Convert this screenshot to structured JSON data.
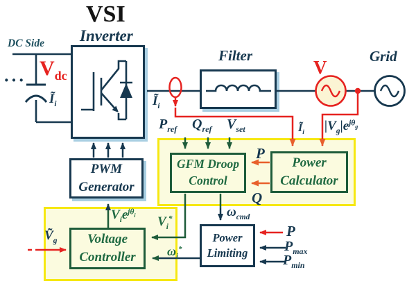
{
  "titles": {
    "vsi": "VSI",
    "inverter": "Inverter",
    "filter": "Filter",
    "grid": "Grid",
    "v_node": "V",
    "dc_side": "DC Side",
    "dots": "···"
  },
  "blocks": {
    "pwm": {
      "line1": "PWM",
      "line2": "Generator"
    },
    "gfm": {
      "line1": "GFM Droop",
      "line2": "Control"
    },
    "pcal": {
      "line1": "Power",
      "line2": "Calculator"
    },
    "vctl": {
      "line1": "Voltage",
      "line2": "Controller"
    },
    "plim": {
      "line1": "Power",
      "line2": "Limiting"
    }
  },
  "labels": {
    "vdc": [
      {
        "t": "V"
      },
      {
        "t": "dc",
        "s": "sub"
      }
    ],
    "ii_dc": [
      {
        "t": "Ĩ"
      },
      {
        "t": "i",
        "s": "sub"
      }
    ],
    "ii_sensor": [
      {
        "t": "Ĩ"
      },
      {
        "t": "i",
        "s": "sub"
      }
    ],
    "ii_pc": [
      {
        "t": "Ĩ"
      },
      {
        "t": "i",
        "s": "sub"
      }
    ],
    "vg_exp": [
      {
        "t": "|V"
      },
      {
        "t": "g",
        "s": "sub"
      },
      {
        "t": "|e"
      },
      {
        "t": "jθ",
        "s": "sup"
      },
      {
        "t": "g",
        "s": "supsub"
      }
    ],
    "pref": [
      {
        "t": "P"
      },
      {
        "t": "ref",
        "s": "sub"
      }
    ],
    "qref": [
      {
        "t": "Q"
      },
      {
        "t": "ref",
        "s": "sub"
      }
    ],
    "vset": [
      {
        "t": "V"
      },
      {
        "t": "set",
        "s": "sub"
      }
    ],
    "p_mid": "P",
    "q_mid": "Q",
    "omega_cmd": [
      {
        "t": "ω"
      },
      {
        "t": "cmd",
        "s": "sub"
      }
    ],
    "vi_exp": [
      {
        "t": "V"
      },
      {
        "t": "i",
        "s": "sub"
      },
      {
        "t": "e"
      },
      {
        "t": "jθ",
        "s": "sup"
      },
      {
        "t": "i",
        "s": "supsub"
      }
    ],
    "vi_star": [
      {
        "t": "V"
      },
      {
        "t": "i",
        "s": "sub"
      },
      {
        "t": "*",
        "s": "sup"
      }
    ],
    "omega_star": [
      {
        "t": "ω"
      },
      {
        "t": "i",
        "s": "sub"
      },
      {
        "t": "*",
        "s": "sup"
      }
    ],
    "vg_tilde": [
      {
        "t": "Ṽ"
      },
      {
        "t": "g",
        "s": "sub"
      }
    ],
    "p_in": "P",
    "pmax": [
      {
        "t": "P"
      },
      {
        "t": "max",
        "s": "sub"
      }
    ],
    "pmin": [
      {
        "t": "P"
      },
      {
        "t": "min",
        "s": "sub"
      }
    ]
  },
  "icons": {
    "igbt_diode": "igbt-with-antiparallel-diode",
    "capacitor": "dc-link-capacitor",
    "inductor": "filter-inductor",
    "ac_source_v": "ac-voltage-source",
    "ac_source_grid": "grid-ac-source",
    "current_sensor": "current-measurement-probe"
  },
  "colors": {
    "navy": "#17384f",
    "green": "#206a42",
    "green_border": "#1e5c3a",
    "red": "#e62320",
    "orange": "#e8602b",
    "yellow_border": "#f6e812",
    "cream_fill": "#fbfbdf",
    "source_fill": "#fbf4d4",
    "shadow_blue": "#a9cfe2",
    "teal": "#1d4f5e"
  }
}
